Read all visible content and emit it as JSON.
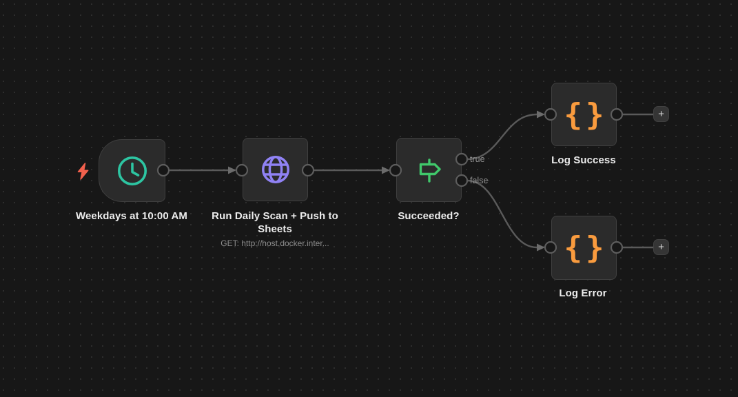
{
  "app": {
    "name": "workflow-canvas"
  },
  "theme": {
    "canvas_bg": "#171717",
    "dot_color": "#2e2e2e",
    "node_bg": "#2b2b2b",
    "node_border": "#3f3f3f",
    "wire_color": "#5a5a5a",
    "connector_ring_color": "#5d5d5d",
    "text_primary": "#ececec",
    "text_secondary": "#8d8d8d",
    "trigger_bolt_color": "#f2604d",
    "clock_color": "#2dc5a2",
    "globe_color": "#9082f4",
    "signpost_color": "#40c86b",
    "braces_color": "#f99b3e"
  },
  "nodes": [
    {
      "kind": "schedule-trigger",
      "title": "Weekdays at 10:00 AM",
      "icon": "clock-icon"
    },
    {
      "kind": "http-request",
      "title": "Run Daily Scan + Push to Sheets",
      "subtitle": "GET: http://host.docker.inter...",
      "icon": "globe-icon"
    },
    {
      "kind": "if",
      "title": "Succeeded?",
      "icon": "signpost-icon",
      "output_labels": [
        "true",
        "false"
      ]
    },
    {
      "kind": "code",
      "title": "Log Success",
      "icon": "curly-braces-icon"
    },
    {
      "kind": "code",
      "title": "Log Error",
      "icon": "curly-braces-icon"
    }
  ],
  "icons": {
    "braces_glyph": "{}",
    "plus_label": "+"
  }
}
